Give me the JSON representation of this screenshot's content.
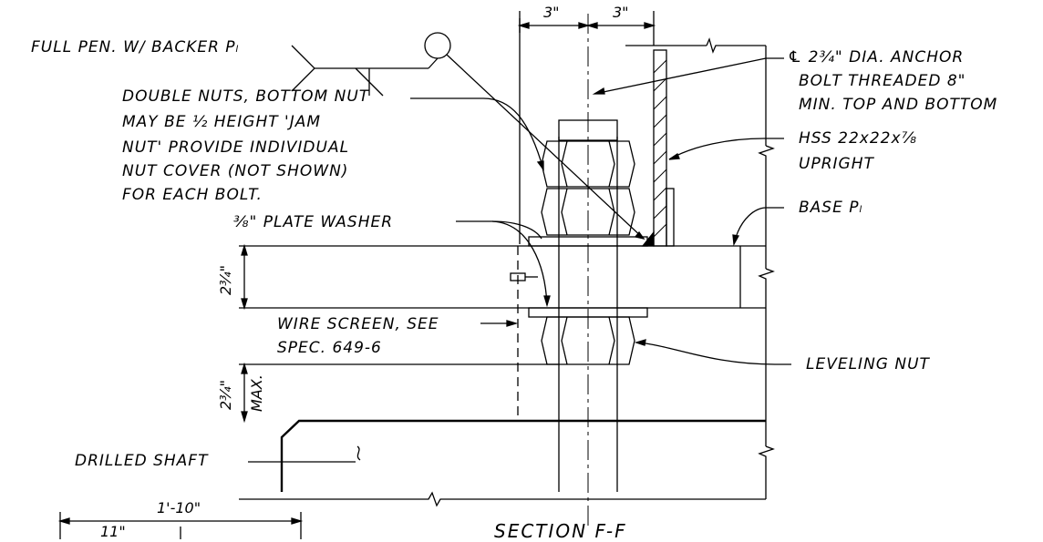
{
  "labels": {
    "full_pen": "FULL PEN. W/ BACKER Pₗ",
    "double_nuts": [
      "DOUBLE NUTS, BOTTOM NUT",
      "MAY BE ½ HEIGHT 'JAM",
      "NUT' PROVIDE INDIVIDUAL",
      "NUT COVER (NOT SHOWN)",
      "FOR EACH BOLT."
    ],
    "plate_washer": "⅜\" PLATE WASHER",
    "wire_screen": [
      "WIRE SCREEN, SEE",
      "SPEC. 649-6"
    ],
    "drilled_shaft": "DRILLED SHAFT",
    "anchor_bolt": [
      "℄ 2¾\" DIA. ANCHOR",
      "BOLT THREADED 8\"",
      "MIN. TOP AND BOTTOM"
    ],
    "hss": [
      "HSS 22x22x⅞",
      "UPRIGHT"
    ],
    "base_plate": "BASE Pₗ",
    "leveling_nut": "LEVELING NUT",
    "section": "SECTION F-F"
  },
  "dimensions": {
    "top_left": "3\"",
    "top_right": "3\"",
    "plate_thickness": "2¾\"",
    "gap": "2¾\"",
    "gap_note": "MAX.",
    "overall": "1'-10\"",
    "half": "11\""
  }
}
